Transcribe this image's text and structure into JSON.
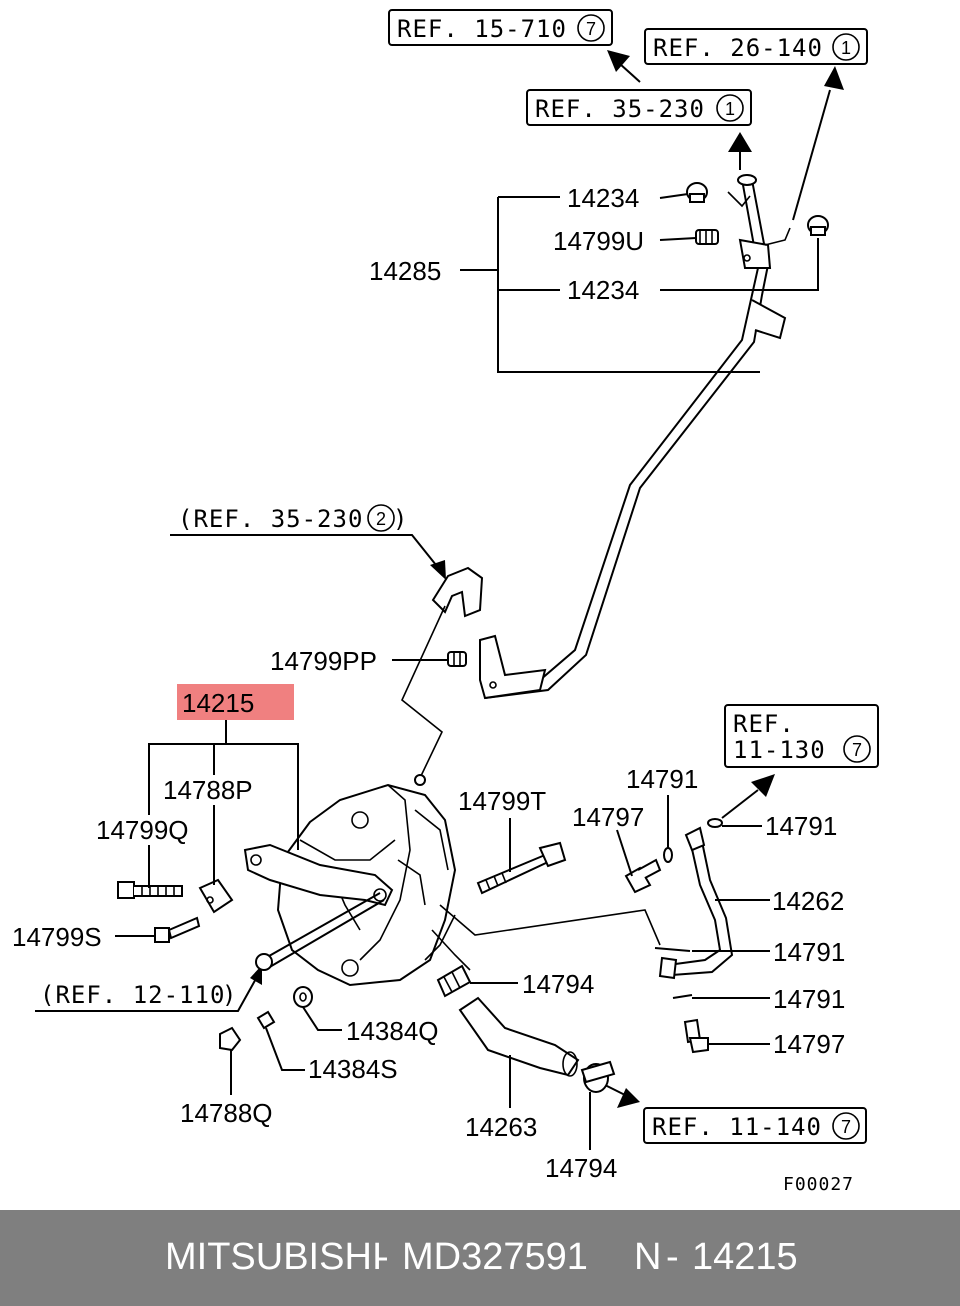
{
  "diagram": {
    "refs": {
      "r15710": {
        "text": "REF. 15-710",
        "num": "7"
      },
      "r26140": {
        "text": "REF. 26-140",
        "num": "1"
      },
      "r35230a": {
        "text": "REF. 35-230",
        "num": "1"
      },
      "r35230b": {
        "text": "(REF. 35-230",
        "num": "2",
        "close": ")"
      },
      "r11130": {
        "line1": "REF.",
        "line2": "11-130",
        "num": "7"
      },
      "r12110": {
        "text": "(REF. 12-110",
        "close": ")"
      },
      "r11140": {
        "text": "REF. 11-140",
        "num": "7"
      }
    },
    "labels": {
      "p14234a": "14234",
      "p14799U": "14799U",
      "p14285": "14285",
      "p14234b": "14234",
      "p14799PP": "14799PP",
      "p14215": "14215",
      "p14788P": "14788P",
      "p14799Q": "14799Q",
      "p14799S": "14799S",
      "p14799T": "14799T",
      "p14791a": "14791",
      "p14797a": "14797",
      "p14791b": "14791",
      "p14262": "14262",
      "p14791c": "14791",
      "p14794a": "14794",
      "p14791d": "14791",
      "p14797b": "14797",
      "p14384Q": "14384Q",
      "p14384S": "14384S",
      "p14788Q": "14788Q",
      "p14263": "14263",
      "p14794b": "14794"
    },
    "figure_code": "F00027",
    "highlight_color": "#f08080"
  },
  "footer": {
    "brand": "MITSUBISHI",
    "separator1": "-",
    "part_number": "MD327591",
    "prefix": "N",
    "separator2": "-",
    "diagram_number": "14215",
    "background_color": "#7f7f7f"
  }
}
